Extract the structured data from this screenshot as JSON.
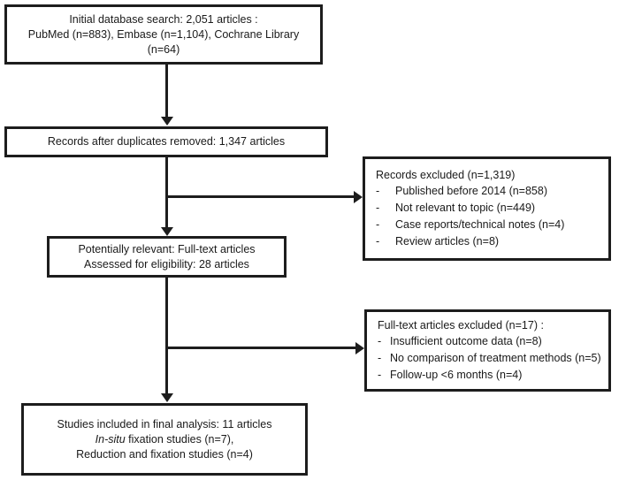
{
  "diagram": {
    "title": "PRISMA study selection flow diagram",
    "accent_color": "#1d1d1d",
    "background_color": "#ffffff"
  },
  "nodes": {
    "identification": {
      "name": "initial-database-search",
      "lines": [
        "Initial database search: 2,051 articles :",
        "PubMed (n=883), Embase (n=1,104), Cochrane Library",
        "(n=64)"
      ]
    },
    "screening": {
      "name": "records-after-duplicates-removed",
      "lines": [
        "Records after duplicates removed: 1,347 articles"
      ]
    },
    "eligibility": {
      "name": "potentially-relevant-full-text",
      "lines": [
        "Potentially relevant: Full-text articles",
        "Assessed for eligibility: 28 articles"
      ]
    },
    "included": {
      "name": "studies-included-final-analysis",
      "line1": "Studies included in final analysis: 11 articles",
      "line2_italic": "In-situ",
      "line2_rest": " fixation studies (n=7),",
      "line3": "Reduction and fixation studies (n=4)"
    }
  },
  "exclusions": {
    "records_excluded": {
      "name": "records-excluded",
      "heading": "Records excluded (n=1,319)",
      "bullet_marker": "-",
      "items": [
        "Published before 2014 (n=858)",
        "Not relevant to topic (n=449)",
        "Case reports/technical notes (n=4)",
        "Review articles (n=8)"
      ]
    },
    "fulltext_excluded": {
      "name": "full-text-articles-excluded",
      "heading": "Full-text articles excluded (n=17) :",
      "bullet_marker": "-",
      "items": [
        "Insufficient outcome data (n=8)",
        "No comparison of treatment methods (n=5)",
        "Follow-up <6 months (n=4)"
      ]
    }
  },
  "connectors": [
    {
      "name": "arrow-identification-to-screening",
      "type": "vertical-arrow"
    },
    {
      "name": "arrow-screening-to-eligibility",
      "type": "vertical-arrow"
    },
    {
      "name": "arrow-screening-to-records-excluded",
      "type": "horizontal-arrow"
    },
    {
      "name": "arrow-eligibility-to-included",
      "type": "vertical-arrow"
    },
    {
      "name": "arrow-eligibility-to-fulltext-excluded",
      "type": "horizontal-arrow"
    }
  ]
}
